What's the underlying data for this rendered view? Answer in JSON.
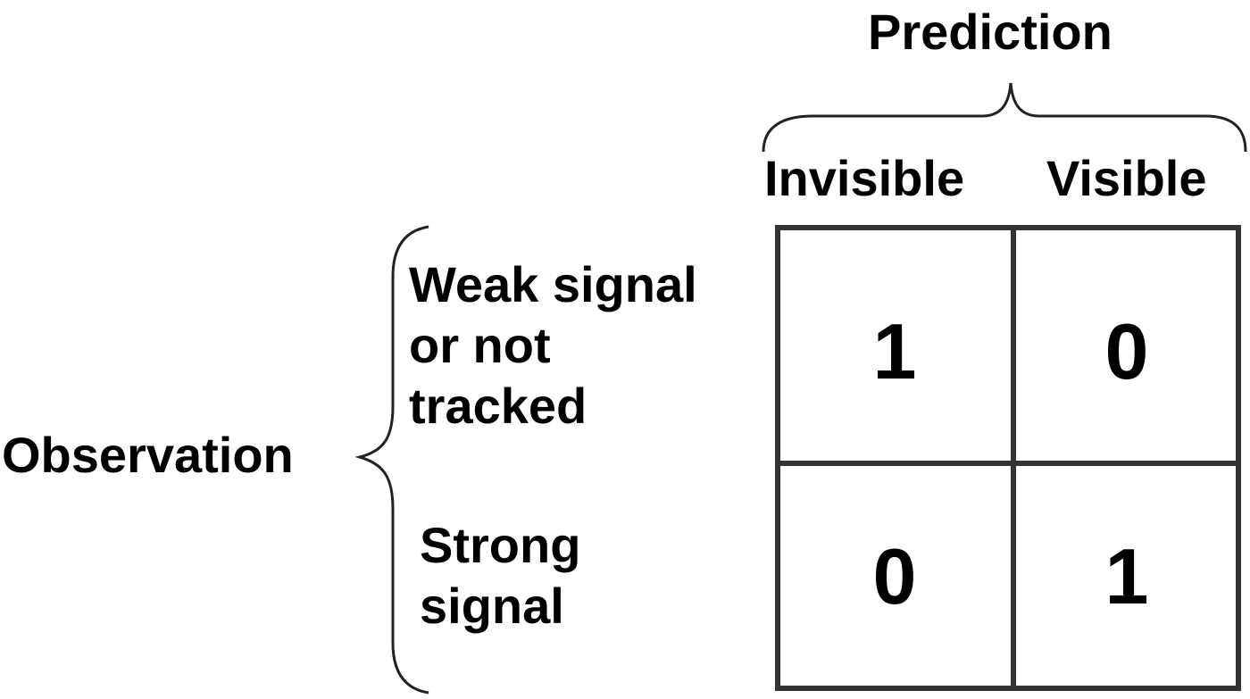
{
  "prediction": {
    "title": "Prediction",
    "columns": [
      "Invisible",
      "Visible"
    ]
  },
  "observation": {
    "title": "Observation",
    "rows": [
      {
        "lines": [
          "Weak signal",
          "or not",
          "tracked"
        ]
      },
      {
        "lines": [
          "Strong",
          "signal"
        ]
      }
    ]
  },
  "matrix": {
    "cells": [
      [
        "1",
        "0"
      ],
      [
        "0",
        "1"
      ]
    ]
  },
  "colors": {
    "grid_line": "#333333",
    "text": "#000000",
    "background": "#ffffff"
  }
}
